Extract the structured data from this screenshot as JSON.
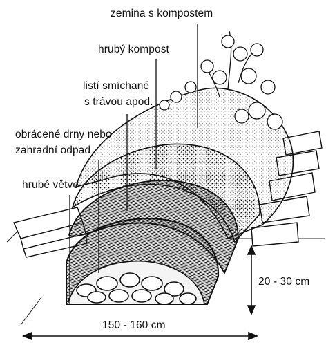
{
  "labels": {
    "soil_compost": "zemina s kompostem",
    "coarse_compost": "hrubý kompost",
    "leaves_line1": "listí smíchané",
    "leaves_line2": "s trávou apod.",
    "turf_line1": "obrácené drny nebo",
    "turf_line2": "zahradní odpad",
    "branches": "hrubé větve"
  },
  "dimensions": {
    "height": "20 - 30 cm",
    "width": "150 - 160 cm"
  }
}
